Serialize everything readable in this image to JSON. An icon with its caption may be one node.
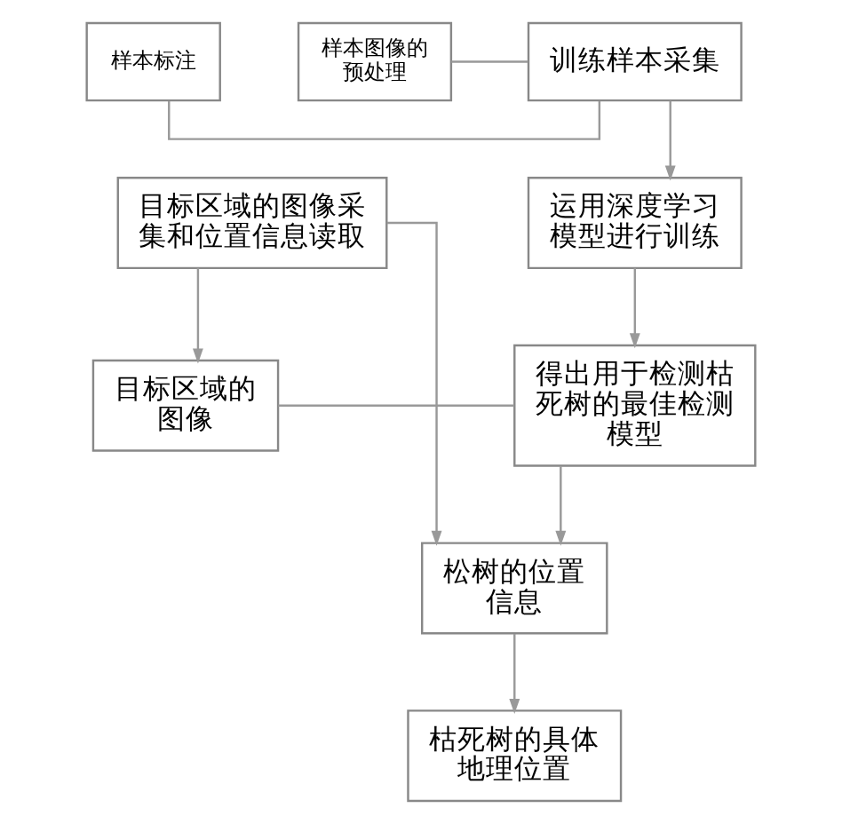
{
  "diagram": {
    "nodes": [
      {
        "text": [
          "样本图像的预处理"
        ]
      },
      {
        "text": [
          "样本标注"
        ]
      },
      {
        "text": [
          "训练样本采集"
        ]
      },
      {
        "text": [
          "运用深度学习模型进行训练"
        ]
      },
      {
        "text": [
          "目标区域的图像采集和位置信息读取"
        ]
      },
      {
        "text": [
          "得出用于检测枯死树的最佳检测模型"
        ]
      },
      {
        "text": [
          "目标区域的图像"
        ]
      },
      {
        "text": [
          "松树的位置信息"
        ]
      },
      {
        "text": [
          "枯死树的具体地理位置"
        ]
      }
    ],
    "edges": [
      {
        "from": 0,
        "to": 2,
        "arrow": "none"
      },
      {
        "from": 1,
        "to": 2,
        "arrow": "none"
      },
      {
        "from": 2,
        "to": 3,
        "arrow": "to"
      },
      {
        "from": 3,
        "to": 5,
        "arrow": "to"
      },
      {
        "from": 4,
        "to": 6,
        "arrow": "to"
      },
      {
        "from": 6,
        "to": 5,
        "arrow": "none"
      },
      {
        "from": 4,
        "to": 7,
        "arrow": "to"
      },
      {
        "from": 5,
        "to": 7,
        "arrow": "to"
      },
      {
        "from": 7,
        "to": 8,
        "arrow": "to"
      }
    ]
  }
}
